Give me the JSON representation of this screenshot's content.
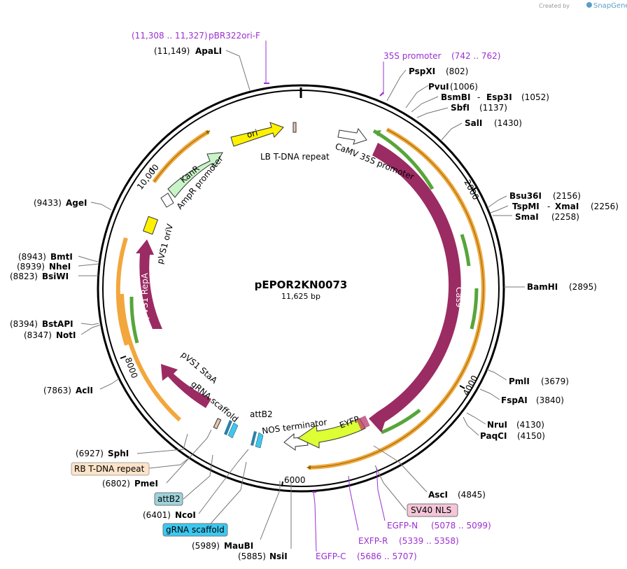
{
  "plasmid": {
    "name": "pEPOR2KN0073",
    "length": "11,625 bp"
  },
  "credit": {
    "text": "Created by",
    "brand": "SnapGene"
  },
  "colors": {
    "cas9": "#9b2b63",
    "orange": "#f3a63c",
    "green": "#57a53a",
    "ori": "#fff200",
    "kanr": "#c8f5c8",
    "eyfp": "#ddff33"
  },
  "ticks": [
    {
      "label": "2000",
      "pos": 2000
    },
    {
      "label": "4000",
      "pos": 4000
    },
    {
      "label": "6000",
      "pos": 6000
    },
    {
      "label": "8000",
      "pos": 8000
    },
    {
      "label": "10,000",
      "pos": 10000
    }
  ],
  "features": [
    {
      "label": "Cas9",
      "name": "feature-cas9"
    },
    {
      "label": "CaMV 35S promoter",
      "name": "feature-camv35s"
    },
    {
      "label": "LB T-DNA repeat",
      "name": "feature-lb-tdna"
    },
    {
      "label": "ori",
      "name": "feature-ori"
    },
    {
      "label": "KanR",
      "name": "feature-kanr"
    },
    {
      "label": "AmpR promoter",
      "name": "feature-ampr-promoter"
    },
    {
      "label": "pVS1 oriV",
      "name": "feature-pvs1-oriv"
    },
    {
      "label": "pVS1 RepA",
      "name": "feature-pvs1-repa"
    },
    {
      "label": "pVS1 StaA",
      "name": "feature-pvs1-staa"
    },
    {
      "label": "gRNA scaffold",
      "name": "feature-grna-scaffold"
    },
    {
      "label": "attB2",
      "name": "feature-attb2"
    },
    {
      "label": "NOS terminator",
      "name": "feature-nos-terminator"
    },
    {
      "label": "EYFP",
      "name": "feature-eyfp"
    }
  ],
  "sites": [
    {
      "name": "ApaLI",
      "pos": "(11,149)"
    },
    {
      "name": "PspXI",
      "pos": "(802)"
    },
    {
      "name": "PvuI",
      "pos": "(1006)"
    },
    {
      "name": "BsmBI",
      "name2": "Esp3I",
      "pos": "(1052)"
    },
    {
      "name": "SbfI",
      "pos": "(1137)"
    },
    {
      "name": "SalI",
      "pos": "(1430)"
    },
    {
      "name": "Bsu36I",
      "pos": "(2156)"
    },
    {
      "name": "TspMI",
      "name2": "XmaI",
      "pos": "(2256)"
    },
    {
      "name": "SmaI",
      "pos": "(2258)"
    },
    {
      "name": "BamHI",
      "pos": "(2895)"
    },
    {
      "name": "PmlI",
      "pos": "(3679)"
    },
    {
      "name": "FspAI",
      "pos": "(3840)"
    },
    {
      "name": "NruI",
      "pos": "(4130)"
    },
    {
      "name": "PaqCI",
      "pos": "(4150)"
    },
    {
      "name": "AscI",
      "pos": "(4845)"
    },
    {
      "name": "NsiI",
      "pos": "(5885)"
    },
    {
      "name": "MauBI",
      "pos": "(5989)"
    },
    {
      "name": "NcoI",
      "pos": "(6401)"
    },
    {
      "name": "PmeI",
      "pos": "(6802)"
    },
    {
      "name": "SphI",
      "pos": "(6927)"
    },
    {
      "name": "AclI",
      "pos": "(7863)"
    },
    {
      "name": "NotI",
      "pos": "(8347)"
    },
    {
      "name": "BstAPI",
      "pos": "(8394)"
    },
    {
      "name": "BsiWI",
      "pos": "(8823)"
    },
    {
      "name": "NheI",
      "pos": "(8939)"
    },
    {
      "name": "BmtI",
      "pos": "(8943)"
    },
    {
      "name": "AgeI",
      "pos": "(9433)"
    }
  ],
  "primers": [
    {
      "name": "pBR322ori-F",
      "range": "(11,308 .. 11,327)"
    },
    {
      "name": "35S promoter",
      "range": "(742 .. 762)"
    },
    {
      "name": "EGFP-N",
      "range": "(5078 .. 5099)"
    },
    {
      "name": "EXFP-R",
      "range": "(5339 .. 5358)"
    },
    {
      "name": "EGFP-C",
      "range": "(5686 .. 5707)"
    }
  ],
  "boxed_labels": [
    {
      "label": "SV40 NLS",
      "color": "#f4c6d8"
    },
    {
      "label": "RB T-DNA repeat",
      "color": "#fde3c8"
    },
    {
      "label": "attB2",
      "color": "#9ed3dc"
    },
    {
      "label": "gRNA scaffold",
      "color": "#3cc8f0"
    }
  ]
}
